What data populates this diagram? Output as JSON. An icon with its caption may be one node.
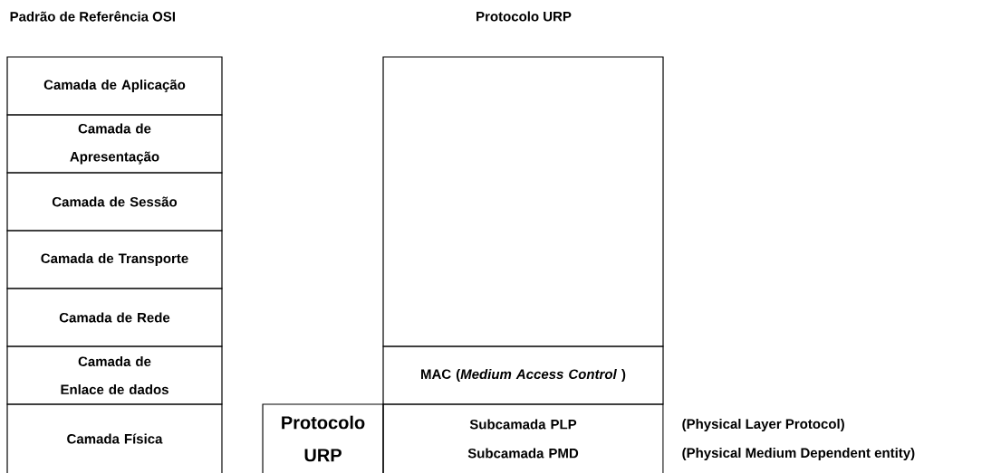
{
  "diagram": {
    "nodes": [
      {
        "text": [
          "Camada de Aplicação"
        ]
      },
      {
        "text": [
          "Camada de Apresentação"
        ]
      },
      {
        "text": [
          "Camada de Sessão"
        ]
      },
      {
        "text": [
          "Camada de Transporte"
        ]
      },
      {
        "text": [
          "Camada de Rede"
        ]
      },
      {
        "text": [
          "Camada de Enlace de dados"
        ]
      },
      {
        "text": [
          "Camada Física"
        ]
      },
      {
        "text": [],
        "shape": "box"
      },
      {
        "text": [
          "MAC (*Medium Access Control* )"
        ]
      },
      {
        "text": [
          "Subcamada PLP",
          "Subcamada PMD"
        ],
        "beside": [
          "(Physical Layer Protocol)",
          "(Physical Medium Dependent entity)"
        ]
      },
      {
        "text": [
          "Protocolo URP"
        ]
      }
    ],
    "labels": [
      "Padrão de Referência OSI",
      "Protocolo URP"
    ]
  }
}
